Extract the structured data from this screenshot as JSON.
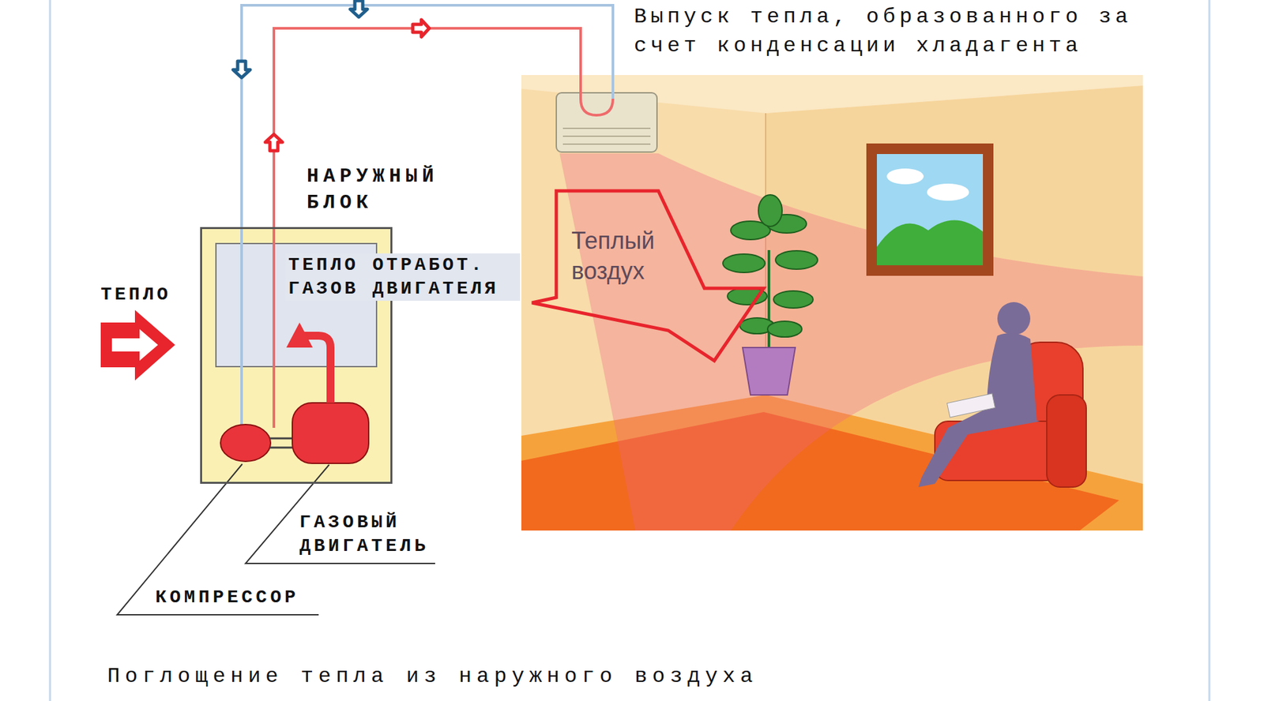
{
  "diagram": {
    "caption": "Поглощение тепла из наружного воздуха",
    "nodes": [
      {
        "text": [
          "НАРУЖНЫЙ БЛОК"
        ]
      }
    ],
    "labels": [
      "Выпуск тепла, образованного за счет конденсации хладагента",
      "ТЕПЛО ОТРАБОТ. ГАЗОВ ДВИГАТЕЛЯ",
      "ТЕПЛО",
      "Теплый воздух",
      "ГАЗОВЫЙ ДВИГАТЕЛЬ",
      "КОМПРЕССОР"
    ]
  }
}
